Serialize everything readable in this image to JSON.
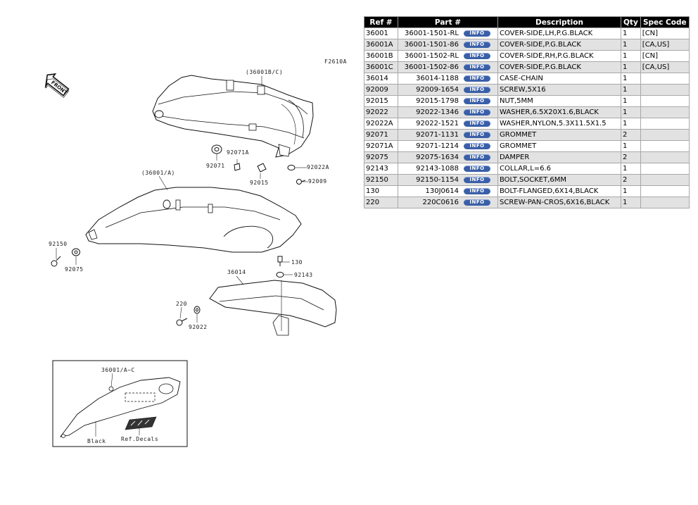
{
  "diagram": {
    "figure_code": "F2610A",
    "front_label": "FRONT",
    "callouts": {
      "c36001bc": "(36001B/C)",
      "c92071a": "92071A",
      "c92071": "92071",
      "c92022a": "92022A",
      "c92015": "92015",
      "c92009": "92009",
      "c36001a": "(36001/A)",
      "c92150": "92150",
      "c92075": "92075",
      "c130": "130",
      "c92143": "92143",
      "c36014": "36014",
      "c220": "220",
      "c92022": "92022"
    },
    "inset": {
      "ref": "36001/A~C",
      "black": "Black",
      "decals": "Ref.Decals"
    }
  },
  "table": {
    "headers": [
      "Ref #",
      "Part #",
      "Description",
      "Qty",
      "Spec Code"
    ],
    "info_label": "INFO",
    "rows": [
      {
        "ref": "36001",
        "part": "36001-1501-RL",
        "desc": "COVER-SIDE,LH,P.G.BLACK",
        "qty": "1",
        "spec": "[CN]"
      },
      {
        "ref": "36001A",
        "part": "36001-1501-86",
        "desc": "COVER-SIDE,P.G.BLACK",
        "qty": "1",
        "spec": "[CA,US]"
      },
      {
        "ref": "36001B",
        "part": "36001-1502-RL",
        "desc": "COVER-SIDE,RH,P.G.BLACK",
        "qty": "1",
        "spec": "[CN]"
      },
      {
        "ref": "36001C",
        "part": "36001-1502-86",
        "desc": "COVER-SIDE,P.G.BLACK",
        "qty": "1",
        "spec": "[CA,US]"
      },
      {
        "ref": "36014",
        "part": "36014-1188",
        "desc": "CASE-CHAIN",
        "qty": "1",
        "spec": ""
      },
      {
        "ref": "92009",
        "part": "92009-1654",
        "desc": "SCREW,5X16",
        "qty": "1",
        "spec": ""
      },
      {
        "ref": "92015",
        "part": "92015-1798",
        "desc": "NUT,5MM",
        "qty": "1",
        "spec": ""
      },
      {
        "ref": "92022",
        "part": "92022-1346",
        "desc": "WASHER,6.5X20X1.6,BLACK",
        "qty": "1",
        "spec": ""
      },
      {
        "ref": "92022A",
        "part": "92022-1521",
        "desc": "WASHER,NYLON,5.3X11.5X1.5",
        "qty": "1",
        "spec": ""
      },
      {
        "ref": "92071",
        "part": "92071-1131",
        "desc": "GROMMET",
        "qty": "2",
        "spec": ""
      },
      {
        "ref": "92071A",
        "part": "92071-1214",
        "desc": "GROMMET",
        "qty": "1",
        "spec": ""
      },
      {
        "ref": "92075",
        "part": "92075-1634",
        "desc": "DAMPER",
        "qty": "2",
        "spec": ""
      },
      {
        "ref": "92143",
        "part": "92143-1088",
        "desc": "COLLAR,L=6.6",
        "qty": "1",
        "spec": ""
      },
      {
        "ref": "92150",
        "part": "92150-1154",
        "desc": "BOLT,SOCKET,6MM",
        "qty": "2",
        "spec": ""
      },
      {
        "ref": "130",
        "part": "130J0614",
        "desc": "BOLT-FLANGED,6X14,BLACK",
        "qty": "1",
        "spec": ""
      },
      {
        "ref": "220",
        "part": "220C0616",
        "desc": "SCREW-PAN-CROS,6X16,BLACK",
        "qty": "1",
        "spec": ""
      }
    ]
  }
}
